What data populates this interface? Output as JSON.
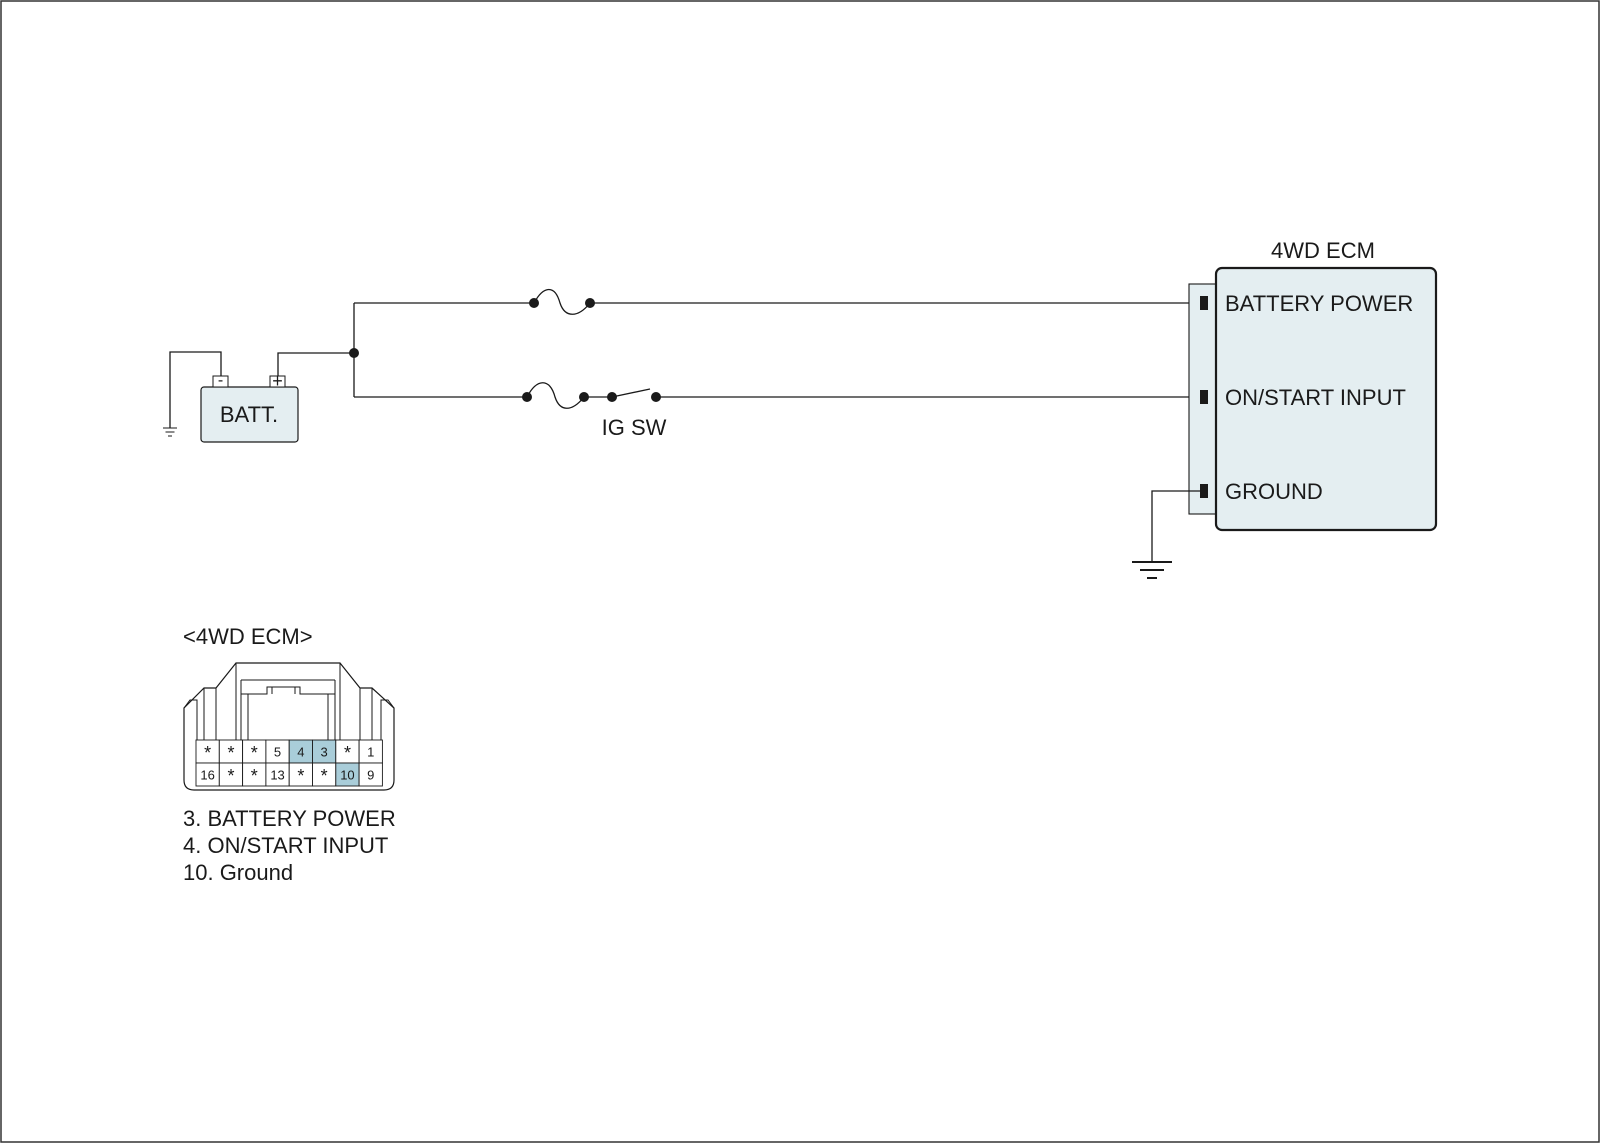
{
  "battery": {
    "label": "BATT.",
    "neg_symbol": "-",
    "pos_symbol": "+"
  },
  "ig_switch": {
    "label": "IG SW"
  },
  "ecm": {
    "title": "4WD ECM",
    "terminals": [
      "BATTERY POWER",
      "ON/START INPUT",
      "GROUND"
    ],
    "fill_color": "#e4eef1"
  },
  "connector": {
    "title": "<4WD ECM>",
    "top_row": [
      "*",
      "*",
      "*",
      "5",
      "4",
      "3",
      "*",
      "1"
    ],
    "bottom_row": [
      "16",
      "*",
      "*",
      "13",
      "*",
      "*",
      "10",
      "9"
    ],
    "highlighted_pins": [
      "3",
      "4",
      "10"
    ],
    "highlight_color": "#a9cdd9",
    "legend": [
      "3. BATTERY POWER",
      "4. ON/START INPUT",
      "10. Ground"
    ]
  }
}
